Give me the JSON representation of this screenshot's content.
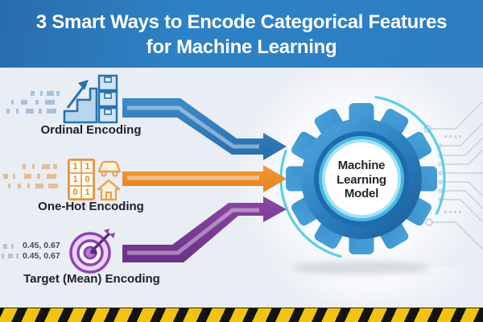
{
  "header": {
    "title_line1": "3 Smart Ways to Encode Categorical Features",
    "title_line2": "for Machine Learning",
    "bg_color": "#2d7ec2",
    "text_color": "#fdfdfe"
  },
  "methods": [
    {
      "label": "Ordinal Encoding",
      "icon": "stairs-growth-boxes-icon",
      "arrow_color": "#2d7cbe"
    },
    {
      "label": "One-Hot Encoding",
      "icon": "binary-matrix-car-house-icon",
      "arrow_color": "#ef8f2c",
      "matrix": [
        [
          "1",
          "1"
        ],
        [
          "1",
          "0"
        ],
        [
          "0",
          "1"
        ]
      ]
    },
    {
      "label": "Target (Mean) Encoding",
      "icon": "bullseye-dart-icon",
      "arrow_color": "#7e3f98",
      "values": [
        "0.45, 0.67",
        "0.45, 0.67"
      ]
    }
  ],
  "model": {
    "icon": "gear-icon",
    "label_lines": [
      "Machine",
      "Learning",
      "Model"
    ]
  },
  "footer": {
    "style": "hazard-stripe",
    "yellow": "#f2c411",
    "black": "#141414"
  }
}
